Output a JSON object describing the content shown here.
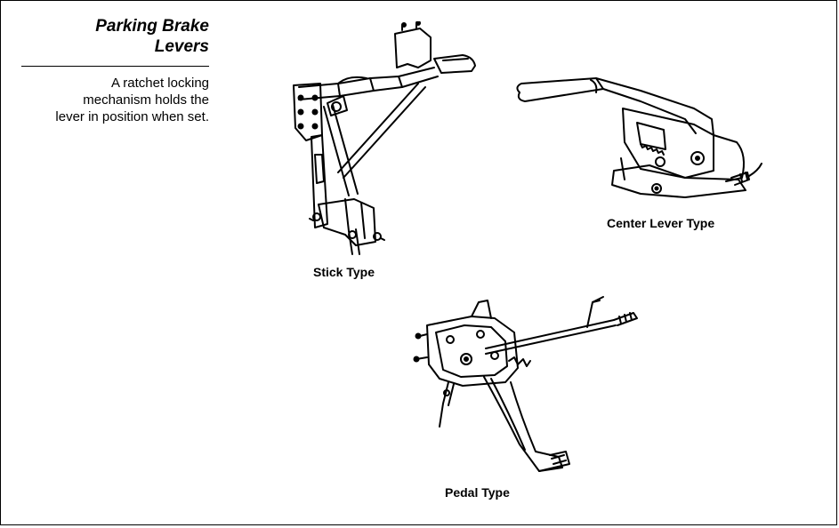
{
  "section": {
    "title_line1": "Parking Brake",
    "title_line2": "Levers",
    "desc_line1": "A ratchet locking",
    "desc_line2": "mechanism holds the",
    "desc_line3": "lever in position when set."
  },
  "figures": [
    {
      "caption": "Stick Type"
    },
    {
      "caption": "Center Lever Type"
    },
    {
      "caption": "Pedal Type"
    }
  ]
}
